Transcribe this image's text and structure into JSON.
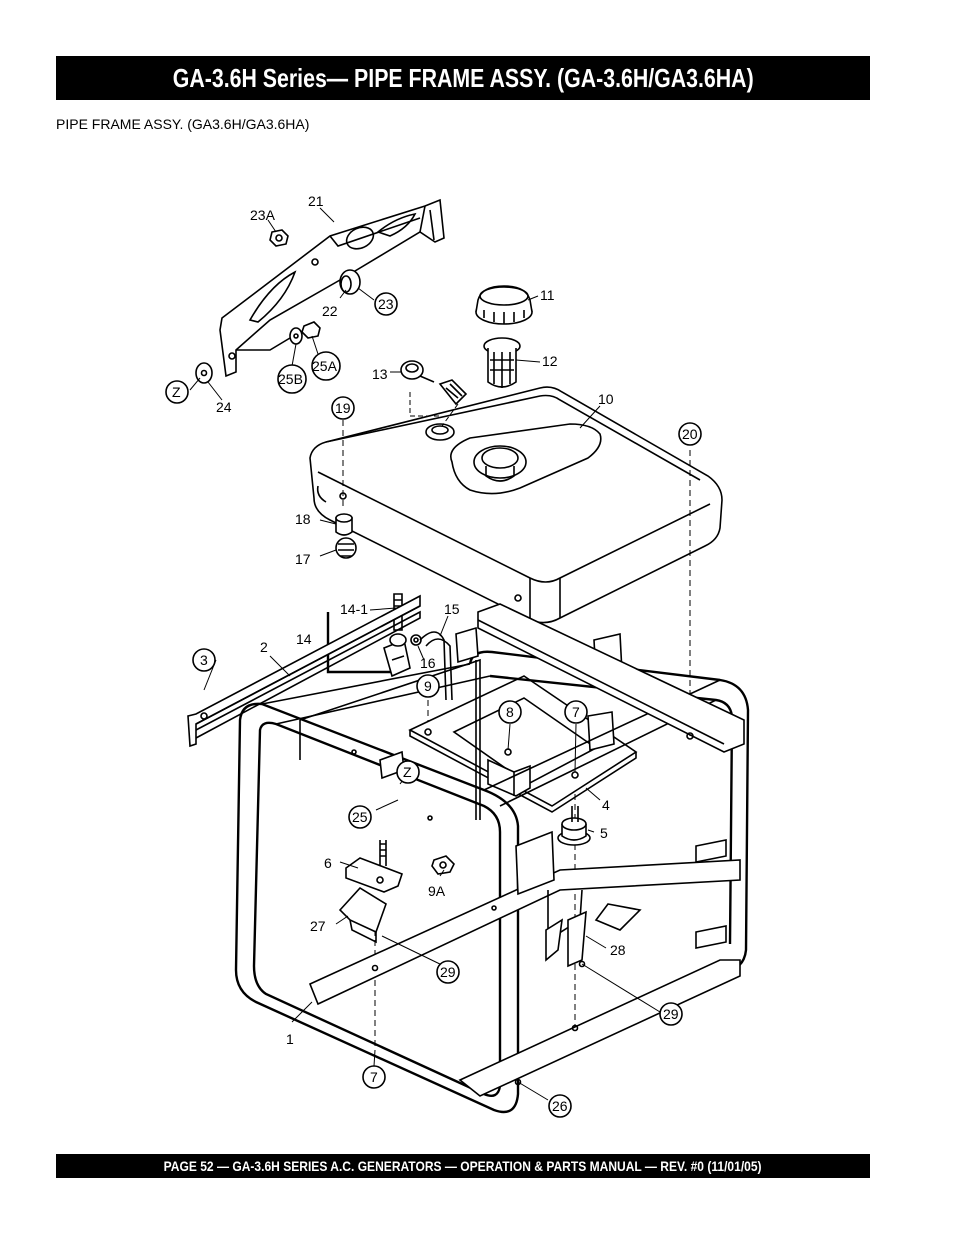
{
  "header": {
    "title": "GA-3.6H Series— PIPE FRAME ASSY. (GA-3.6H/GA3.6HA)"
  },
  "figure": {
    "caption": "PIPE FRAME ASSY. (GA3.6H/GA3.6HA)",
    "callouts": {
      "c21": "21",
      "c23A": "23A",
      "c22": "22",
      "c23": "23",
      "c25A": "25A",
      "c25B": "25B",
      "cZ1": "Z",
      "c24": "24",
      "c11": "11",
      "c12": "12",
      "c13": "13",
      "c10": "10",
      "c19": "19",
      "c20": "20",
      "c18": "18",
      "c17": "17",
      "c14_1": "14-1",
      "c14": "14",
      "c15": "15",
      "c16": "16",
      "c3": "3",
      "c2": "2",
      "c9": "9",
      "c8": "8",
      "c7a": "7",
      "cZ2": "Z",
      "c4": "4",
      "c25": "25",
      "c5": "5",
      "c6": "6",
      "c9A": "9A",
      "c27": "27",
      "c28": "28",
      "c29a": "29",
      "c29b": "29",
      "c1": "1",
      "c7b": "7",
      "c26": "26"
    }
  },
  "footer": {
    "text": "PAGE 52 — GA-3.6H SERIES A.C. GENERATORS — OPERATION & PARTS  MANUAL — REV. #0  (11/01/05)"
  }
}
